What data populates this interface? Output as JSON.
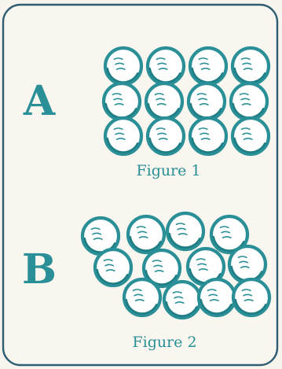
{
  "colors": {
    "teal": "#2a8f96",
    "teal_dark": "#1f7d84",
    "frame": "#2f5d73",
    "background": "#f6f4ec"
  },
  "figure1": {
    "letter": "A",
    "caption": "Figure 1",
    "arrangement": "regular grid",
    "rows": 3,
    "columns": 4
  },
  "figure2": {
    "letter": "B",
    "caption": "Figure 2",
    "arrangement": "irregular",
    "rows": 3,
    "columns": 4
  }
}
